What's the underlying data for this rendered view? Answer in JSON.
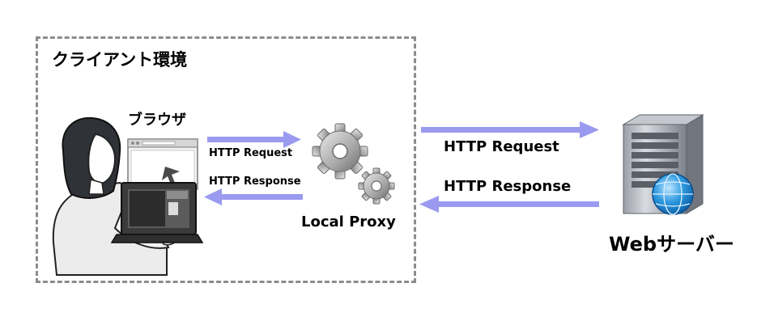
{
  "client": {
    "title": "クライアント環境",
    "browser_label": "ブラウザ"
  },
  "proxy": {
    "label": "Local Proxy",
    "request_label": "HTTP Request",
    "response_label": "HTTP Response"
  },
  "server": {
    "label": "Webサーバー",
    "request_label": "HTTP Request",
    "response_label": "HTTP Response"
  },
  "colors": {
    "arrow": "#9a9af0",
    "dashed_border": "#8c8c8c"
  },
  "icons": [
    "person-with-laptop-icon",
    "browser-window-icon",
    "gears-icon",
    "server-globe-icon"
  ]
}
